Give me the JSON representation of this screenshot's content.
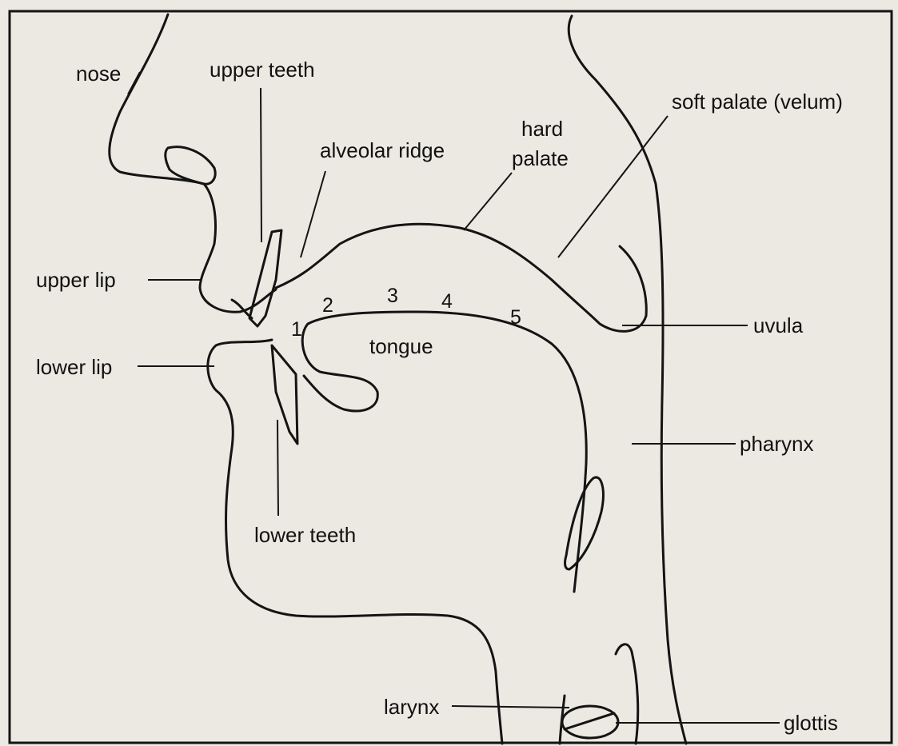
{
  "colors": {
    "paper": "#ece9e2",
    "ink": "#141414"
  },
  "labels": {
    "nose": "nose",
    "upper_teeth": "upper teeth",
    "alveolar_ridge": "alveolar ridge",
    "hard_palate_line1": "hard",
    "hard_palate_line2": "palate",
    "soft_palate": "soft palate (velum)",
    "upper_lip": "upper lip",
    "uvula": "uvula",
    "lower_lip": "lower lip",
    "tongue": "tongue",
    "pharynx": "pharynx",
    "lower_teeth": "lower teeth",
    "larynx": "larynx",
    "glottis": "glottis"
  },
  "tongue_positions": [
    "1",
    "2",
    "3",
    "4",
    "5"
  ]
}
